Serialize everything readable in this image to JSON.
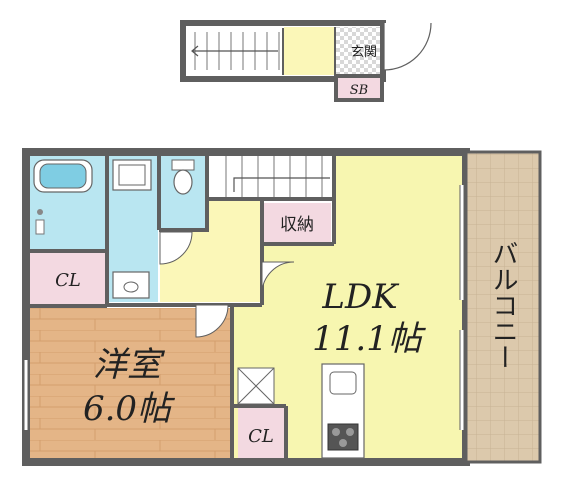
{
  "rooms": {
    "entrance": "玄関",
    "shoe_box": "SB",
    "storage": "収納",
    "ldk_name": "LDK",
    "ldk_size": "11.1帖",
    "western_name": "洋室",
    "western_size": "6.0帖",
    "closet_west": "CL",
    "closet_ldk": "CL",
    "balcony": "バルコニー"
  },
  "colors": {
    "wall": "#5f5f5f",
    "ldk": "#f7f6b0",
    "wet_area": "#b9e6f1",
    "storage": "#f3d9e1",
    "wood_floor": "#e4b587",
    "balcony": "#dcc9ac",
    "hall_light": "#fbf7b8"
  }
}
